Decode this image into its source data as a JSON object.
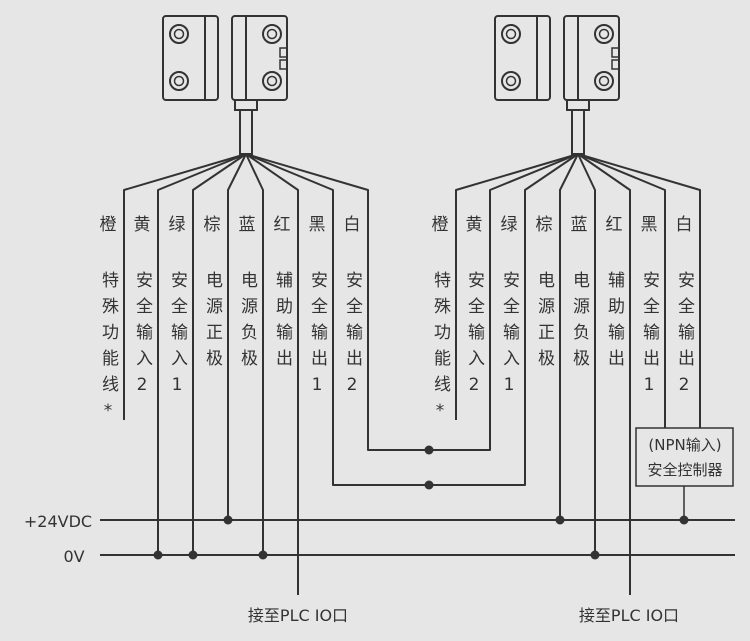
{
  "wire_columns": [
    {
      "color": "橙",
      "function": "特殊功能线*"
    },
    {
      "color": "黄",
      "function": "安全输入2"
    },
    {
      "color": "绿",
      "function": "安全输入1"
    },
    {
      "color": "棕",
      "function": "电源正极"
    },
    {
      "color": "蓝",
      "function": "电源负极"
    },
    {
      "color": "红",
      "function": "辅助输出"
    },
    {
      "color": "黑",
      "function": "安全输出1"
    },
    {
      "color": "白",
      "function": "安全输出2"
    }
  ],
  "bus": {
    "plus": "+24VDC",
    "zero": "0V"
  },
  "plc_label_left": "接至PLC IO口",
  "plc_label_right": "接至PLC IO口",
  "controller": {
    "line1": "(NPN输入)",
    "line2": "安全控制器"
  },
  "colors": {
    "line": "#333333",
    "background": "#e6e6e6"
  }
}
